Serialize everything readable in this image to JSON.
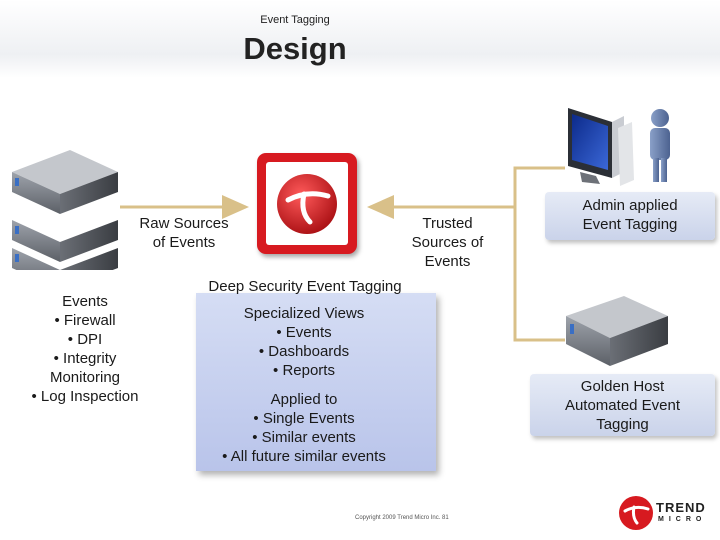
{
  "header": {
    "eyebrow": "Event Tagging",
    "title": "Design"
  },
  "labels": {
    "raw_sources": [
      "Raw Sources",
      "of Events"
    ],
    "trusted_sources": [
      "Trusted",
      "Sources of",
      "Events"
    ],
    "admin_applied": [
      "Admin applied",
      "Event Tagging"
    ],
    "golden_host": [
      "Golden Host",
      "Automated Event",
      "Tagging"
    ]
  },
  "events_list": {
    "heading": "Events",
    "items": [
      "Firewall",
      "DPI",
      "Integrity Monitoring",
      "Log Inspection"
    ]
  },
  "central": {
    "title": "Deep Security Event Tagging",
    "views_heading": "Specialized Views",
    "views": [
      "Events",
      "Dashboards",
      "Reports"
    ],
    "applied_heading": "Applied to",
    "applied": [
      "Single Events",
      "Similar events",
      "All future similar events"
    ]
  },
  "footer": {
    "copyright": "Copyright 2009 Trend Micro Inc.  81"
  },
  "brand": {
    "logo_text_1": "TREND",
    "logo_text_2": "MICRO",
    "accent": "#d71a20"
  },
  "icons": [
    "server-stack-icon",
    "trend-micro-logo-icon",
    "admin-workstation-icon",
    "golden-host-server-icon"
  ]
}
